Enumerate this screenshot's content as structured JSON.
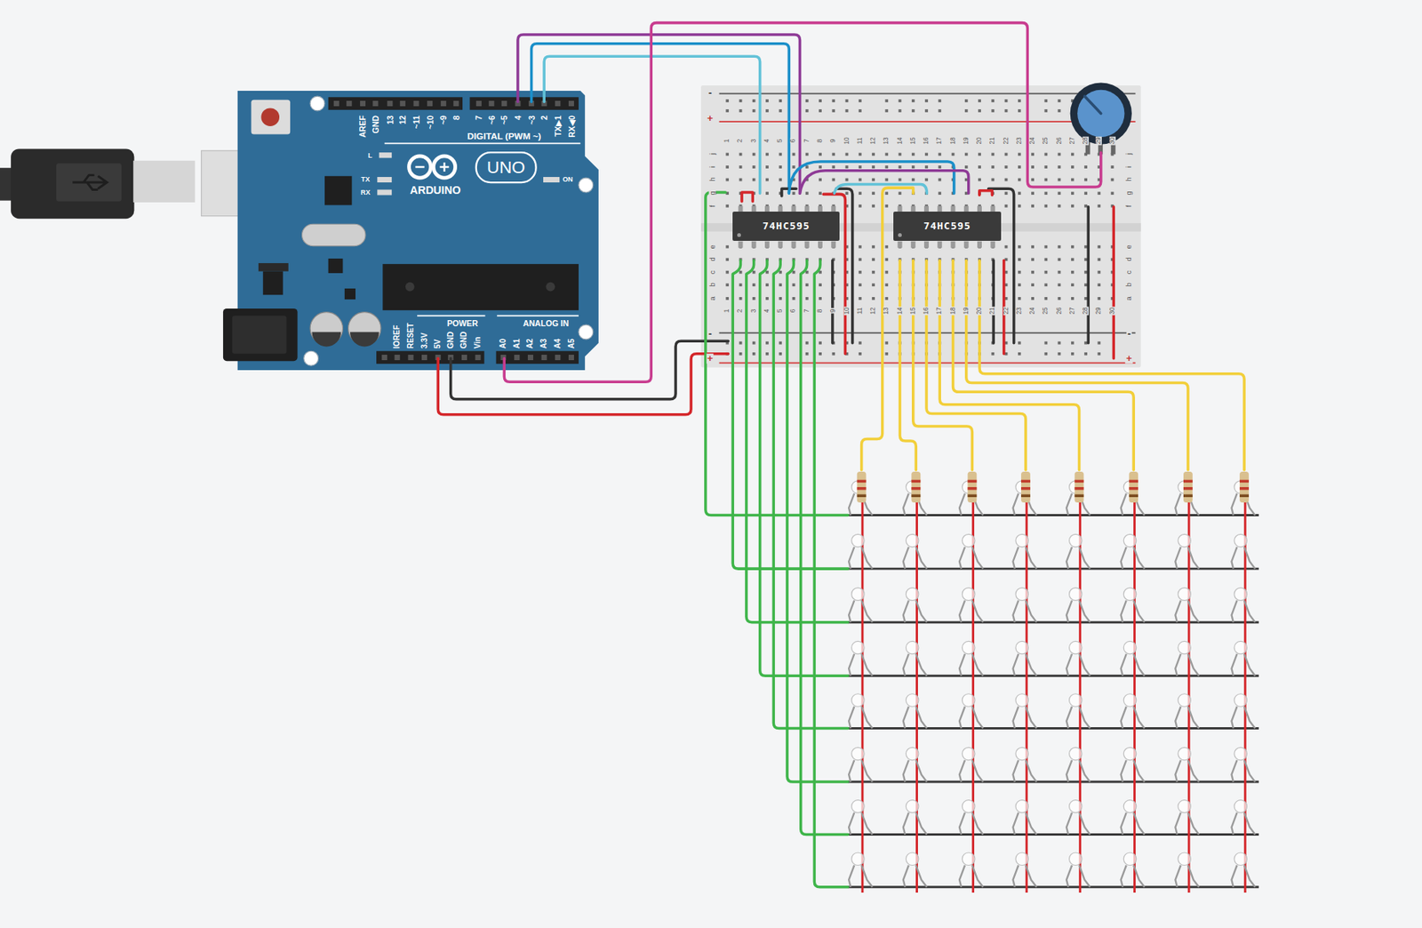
{
  "diagram": {
    "nodes": [
      {
        "text": [
          "DIGITAL (PWM ~)",
          "ARDUINO",
          "UNO",
          "POWER",
          "ANALOG IN"
        ]
      },
      {
        "text": [
          "74HC595"
        ]
      },
      {
        "text": [
          "74HC595"
        ]
      }
    ],
    "labels": [
      "AREF",
      "GND",
      "13",
      "12",
      "~11",
      "~10",
      "~9",
      "8",
      "7",
      "~6",
      "~5",
      "4",
      "~3",
      "2",
      "TX▶1",
      "RX◀0",
      "L",
      "TX",
      "RX",
      "ON",
      "IOREF",
      "RESET",
      "3.3V",
      "5V",
      "GND",
      "GND",
      "Vin",
      "A0",
      "A1",
      "A2",
      "A3",
      "A4",
      "A5",
      "1",
      "2",
      "3",
      "4",
      "5",
      "6",
      "7",
      "8",
      "9",
      "10",
      "11",
      "12",
      "13",
      "14",
      "15",
      "16",
      "17",
      "18",
      "19",
      "20",
      "21",
      "22",
      "23",
      "24",
      "25",
      "26",
      "27",
      "28",
      "29",
      "30",
      "1",
      "2",
      "3",
      "4",
      "5",
      "6",
      "7",
      "8",
      "9",
      "10",
      "11",
      "12",
      "13",
      "14",
      "15",
      "16",
      "17",
      "18",
      "19",
      "20",
      "21",
      "22",
      "23",
      "24",
      "25",
      "26",
      "27",
      "28",
      "29",
      "30",
      "j",
      "i",
      "h",
      "g",
      "f",
      "e",
      "d",
      "c",
      "b",
      "a",
      "j",
      "i",
      "h",
      "g",
      "f",
      "e",
      "d",
      "c",
      "b",
      "a",
      "-",
      "+",
      "-",
      "+",
      "-",
      "+"
    ]
  }
}
